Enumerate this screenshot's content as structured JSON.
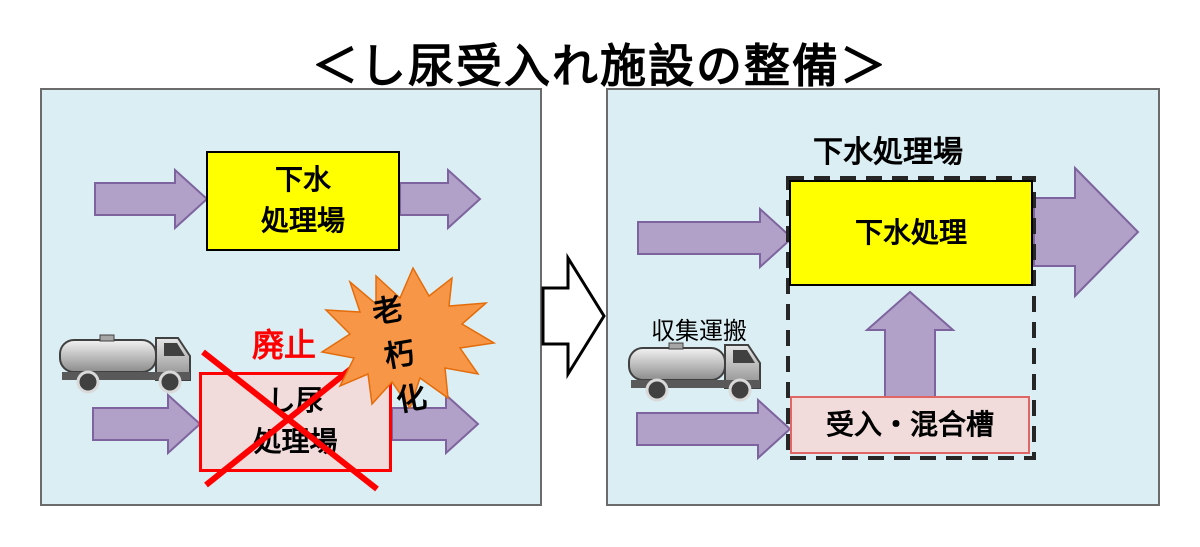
{
  "title": "＜し尿受入れ施設の整備＞",
  "left": {
    "sewage_plant": "下水\n処理場",
    "human_waste_plant": "し尿\n処理場",
    "abolished": "廃止",
    "aging": [
      "老",
      "朽",
      "化"
    ]
  },
  "right": {
    "sewage_plant_label": "下水処理場",
    "sewage_treatment": "下水処理",
    "collection": "収集運搬",
    "receiving_tank": "受入・混合槽"
  },
  "colors": {
    "panel_bg": "#dbeef3",
    "arrow_fill": "#b1a0c7",
    "arrow_stroke": "#7e649e",
    "yellow": "#ffff00",
    "pink": "#f2dcdb",
    "red": "#ff0000",
    "burst": "#f79646"
  }
}
